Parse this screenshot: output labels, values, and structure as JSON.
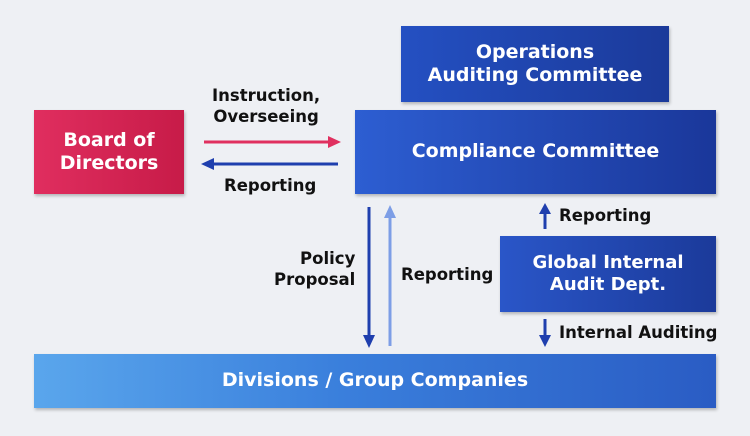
{
  "nodes": {
    "operations_auditing_committee": [
      "Operations",
      "Auditing Committee"
    ],
    "compliance_committee": [
      "Compliance Committee"
    ],
    "board_of_directors": [
      "Board of",
      "Directors"
    ],
    "global_internal_audit": [
      "Global Internal",
      "Audit Dept."
    ],
    "divisions": [
      "Divisions / Group Companies"
    ]
  },
  "edges": {
    "instruction": [
      "Instruction,",
      "Overseeing"
    ],
    "reporting_to_board": "Reporting",
    "policy_proposal": [
      "Policy",
      "Proposal"
    ],
    "reporting_from_divisions": "Reporting",
    "reporting_from_audit": "Reporting",
    "internal_auditing": "Internal Auditing"
  },
  "colors": {
    "red_arrow": "#e0305f",
    "dark_blue_arrow": "#1f3fae",
    "light_blue_arrow": "#7d9ee6"
  }
}
